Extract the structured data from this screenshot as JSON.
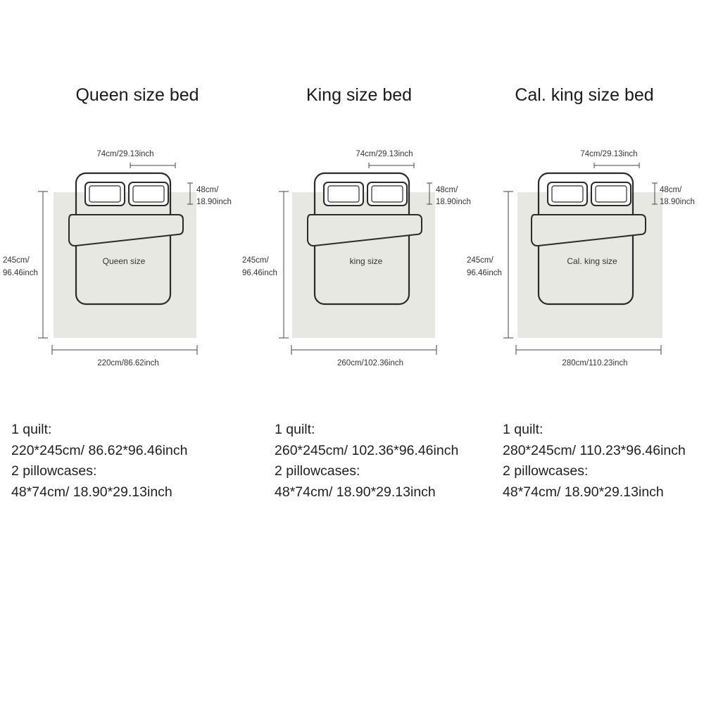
{
  "beds": [
    {
      "title": "Queen size bed",
      "inner_label": "Queen size",
      "pillow_width": "74cm/29.13inch",
      "pillow_height_cm": "48cm/",
      "pillow_height_in": "18.90inch",
      "length_cm": "245cm/",
      "length_in": "96.46inch",
      "width_label": "220cm/86.62inch",
      "specs": {
        "quilt_heading": "1 quilt:",
        "quilt_size": "220*245cm/ 86.62*96.46inch",
        "pillow_heading": "2 pillowcases:",
        "pillow_size": "48*74cm/ 18.90*29.13inch"
      }
    },
    {
      "title": "King size bed",
      "inner_label": "king size",
      "pillow_width": "74cm/29.13inch",
      "pillow_height_cm": "48cm/",
      "pillow_height_in": "18.90inch",
      "length_cm": "245cm/",
      "length_in": "96.46inch",
      "width_label": "260cm/102.36inch",
      "specs": {
        "quilt_heading": "1 quilt:",
        "quilt_size": "260*245cm/ 102.36*96.46inch",
        "pillow_heading": "2 pillowcases:",
        "pillow_size": "48*74cm/ 18.90*29.13inch"
      }
    },
    {
      "title": "Cal. king size bed",
      "inner_label": "Cal. king size",
      "pillow_width": "74cm/29.13inch",
      "pillow_height_cm": "48cm/",
      "pillow_height_in": "18.90inch",
      "length_cm": "245cm/",
      "length_in": "96.46inch",
      "width_label": "280cm/110.23inch",
      "specs": {
        "quilt_heading": "1 quilt:",
        "quilt_size": "280*245cm/ 110.23*96.46inch",
        "pillow_heading": "2 pillowcases:",
        "pillow_size": "48*74cm/ 18.90*29.13inch"
      }
    }
  ],
  "colors": {
    "quilt_fill": "#e8e8e3",
    "outline": "#2b2b2b",
    "dimension_line": "#444444"
  }
}
